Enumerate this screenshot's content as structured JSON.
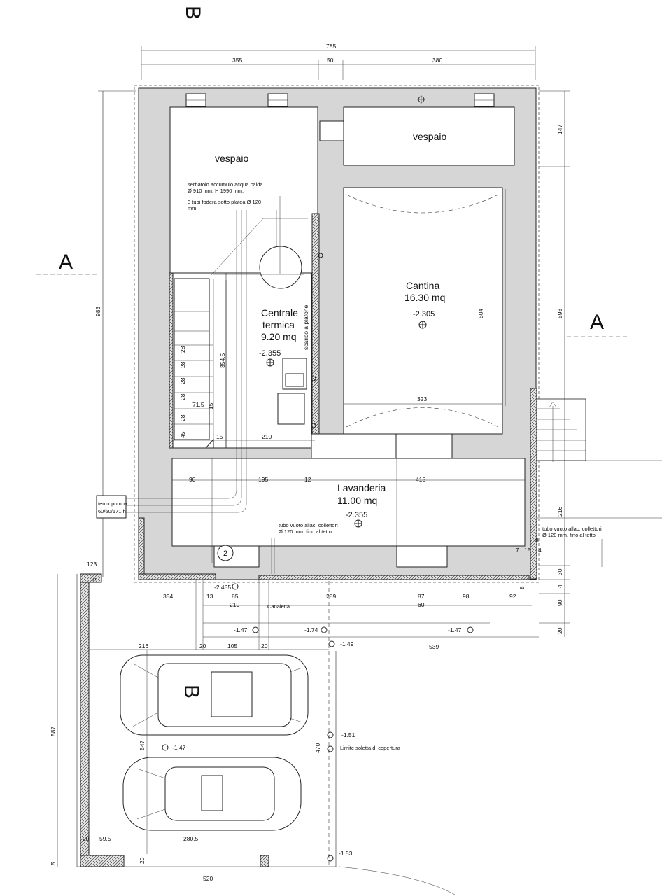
{
  "section_marks": {
    "a_left": "A",
    "a_right": "A",
    "b_top": "B",
    "b_bottom": "B"
  },
  "rooms": {
    "vespaio_left": "vespaio",
    "vespaio_right": "vespaio",
    "cantina_name": "Cantina",
    "cantina_area": "16.30 mq",
    "cantina_level": "-2.305",
    "centrale_line1": "Centrale",
    "centrale_line2": "termica",
    "centrale_area": "9.20 mq",
    "centrale_level": "-2.355",
    "lavanderia_name": "Lavanderia",
    "lavanderia_area": "11.00 mq",
    "lavanderia_level": "-2.355"
  },
  "notes": {
    "serbatoio_1": "serbatoio accumulo acqua calda",
    "serbatoio_2": "Ø 910 mm. H 1990 mm.",
    "tubi_1": "3 tubi fodera sotto platea Ø 120",
    "tubi_2": "mm.",
    "scarico": "scarico a plafone",
    "termopompa_1": "termopompa",
    "termopompa_2": "60/60/171 h",
    "tubo_center_1": "tubo vuoto allac. collettori",
    "tubo_center_2": "Ø 120 mm. fino al tetto",
    "tubo_right_1": "tubo vuoto allac. collettori",
    "tubo_right_2": "Ø 120 mm. fino al tetto",
    "canaletta": "Canaletta",
    "limite": "Limite soletta di copertura",
    "marker_2": "2"
  },
  "levels": {
    "l_2455": "-2.455",
    "l_147a": "-1.47",
    "l_174": "-1.74",
    "l_147b": "-1.47",
    "l_149": "-1.49",
    "l_151": "-1.51",
    "l_147c": "-1.47",
    "l_153": "-1.53"
  },
  "dims": {
    "top_total": "785",
    "top_355": "355",
    "top_50": "50",
    "top_380": "380",
    "left_983": "983",
    "right_147": "147",
    "right_598": "598",
    "right_216": "216",
    "right_30": "30",
    "right_4": "4",
    "right_90": "90",
    "right_20": "20",
    "cantina_504": "504",
    "cantina_323": "323",
    "stair_28a": "28",
    "stair_28b": "28",
    "stair_28c": "28",
    "stair_28d": "28",
    "stair_28e": "28",
    "stair_45": "45",
    "stair_3545": "354.5",
    "stair_715": "71.5",
    "stair_15a": "15",
    "stair_15b": "15",
    "d_210a": "210",
    "d_90": "90",
    "d_195": "195",
    "d_12": "12",
    "d_415": "415",
    "d_7": "7",
    "d_15c": "15",
    "d_4": "4",
    "d_8a": "8",
    "d_8b": "8",
    "g_123": "123",
    "g_5a": "5",
    "g_354": "354",
    "g_13": "13",
    "g_85": "85",
    "g_289": "289",
    "g_87": "87",
    "g_98": "98",
    "g_92": "92",
    "g_210b": "210",
    "g_60": "60",
    "g_216": "216",
    "g_20a": "20",
    "g_105": "105",
    "g_20b": "20",
    "g_539": "539",
    "g_587": "587",
    "g_547": "547",
    "g_470": "470",
    "g_20c": "20",
    "g_595": "59.5",
    "g_2805": "280.5",
    "g_20d": "20",
    "g_5b": "5",
    "g_520": "520"
  }
}
